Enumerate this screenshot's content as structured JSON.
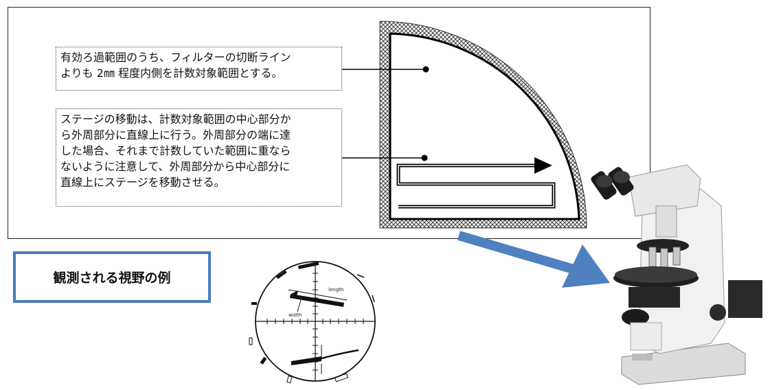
{
  "notes": {
    "filter_range": "有効ろ過範囲のうち、フィルターの切断ライン\nよりも 2㎜ 程度内側を計数対象範囲とする。",
    "stage_movement": "ステージの移動は、計数対象範囲の中心部分か\nら外周部分に直線上に行う。外周部分の端に達\nした場合、それまで計数していた範囲に重なら\nないように注意して、外周部分から中心部分に\n直線上にステージを移動させる。"
  },
  "example_label": "観測される視野の例",
  "reticle": {
    "length_label": "length",
    "width_label": "width"
  },
  "colors": {
    "callout_border": "#4a7abf",
    "arrow": "#4f80c0",
    "hatch": "#555555"
  }
}
